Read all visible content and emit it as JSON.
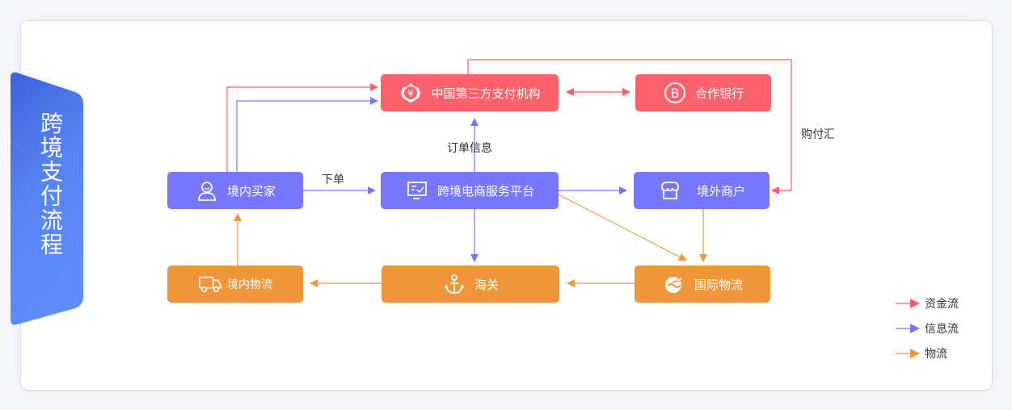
{
  "banner": {
    "title": "跨境支付流程"
  },
  "nodes": {
    "third_party": {
      "label": "中国第三方支付机构",
      "icon": "yen-shield-icon"
    },
    "bank": {
      "label": "合作银行",
      "icon": "bank-b-icon"
    },
    "buyer": {
      "label": "境内买家",
      "icon": "user-icon"
    },
    "platform": {
      "label": "跨境电商服务平台",
      "icon": "monitor-check-icon"
    },
    "merchant": {
      "label": "境外商户",
      "icon": "store-icon"
    },
    "domestic_logistics": {
      "label": "境内物流",
      "icon": "truck-icon"
    },
    "customs": {
      "label": "海关",
      "icon": "anchor-icon"
    },
    "intl_logistics": {
      "label": "国际物流",
      "icon": "globe-plane-icon"
    }
  },
  "edge_labels": {
    "order": "下单",
    "order_info": "订单信息",
    "purchase_payment": "购付汇"
  },
  "legend": [
    {
      "label": "资金流",
      "color": "#fd5c6a"
    },
    {
      "label": "信息流",
      "color": "#7677fd"
    },
    {
      "label": "物流",
      "color": "#f0963a"
    }
  ],
  "colors": {
    "funds": "#fd626c",
    "info": "#7677fd",
    "logistics": "#f0963a",
    "banner": "#4a78ea"
  }
}
